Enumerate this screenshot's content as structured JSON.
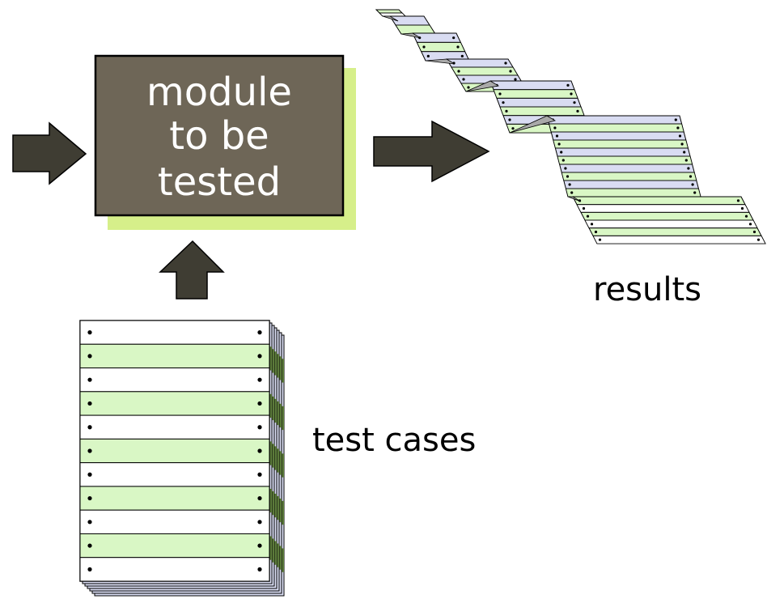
{
  "module": {
    "lines": [
      "module",
      "to be",
      "tested"
    ],
    "fill": "#6e6657",
    "shadow": "#d6ef8a",
    "text_color": "#ffffff"
  },
  "labels": {
    "results": "results",
    "test_cases": "test cases"
  },
  "colors": {
    "arrow": "#3f3d33",
    "paper_green": "#d9f7c5",
    "paper_white": "#ffffff",
    "paper_blue": "#d9dcf2",
    "fold_gray": "#a9a9a9"
  },
  "icons": {
    "input_arrow": "arrow-right-icon",
    "output_arrow": "arrow-right-icon",
    "up_arrow": "arrow-up-icon",
    "stack": "paper-stack-icon",
    "printout": "printout-icon"
  }
}
